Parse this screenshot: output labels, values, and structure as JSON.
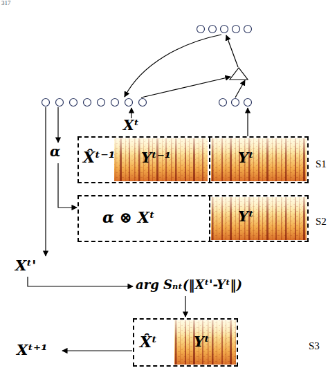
{
  "diagram": {
    "nodes": [
      {
        "text": [
          "S1"
        ]
      },
      {
        "text": [
          "X̂ᵗ⁻¹",
          "Yᵗ⁻¹"
        ],
        "in": 0
      },
      {
        "text": [
          "Yᵗ"
        ],
        "in": 0
      },
      {
        "text": [
          "S2"
        ]
      },
      {
        "text": [
          "α ⊗ Xᵗ"
        ],
        "in": 3
      },
      {
        "text": [
          "Yᵗ"
        ],
        "in": 3
      },
      {
        "text": [
          "X̂ᵗ",
          "Yᵗ",
          "S3"
        ]
      }
    ],
    "labels": [
      "317",
      "Xᵗ",
      "α",
      "Xᵗ'",
      "arg Sₙₜ(‖Xᵗ'-Yᵗ‖)",
      "Xᵗ⁺¹"
    ]
  }
}
